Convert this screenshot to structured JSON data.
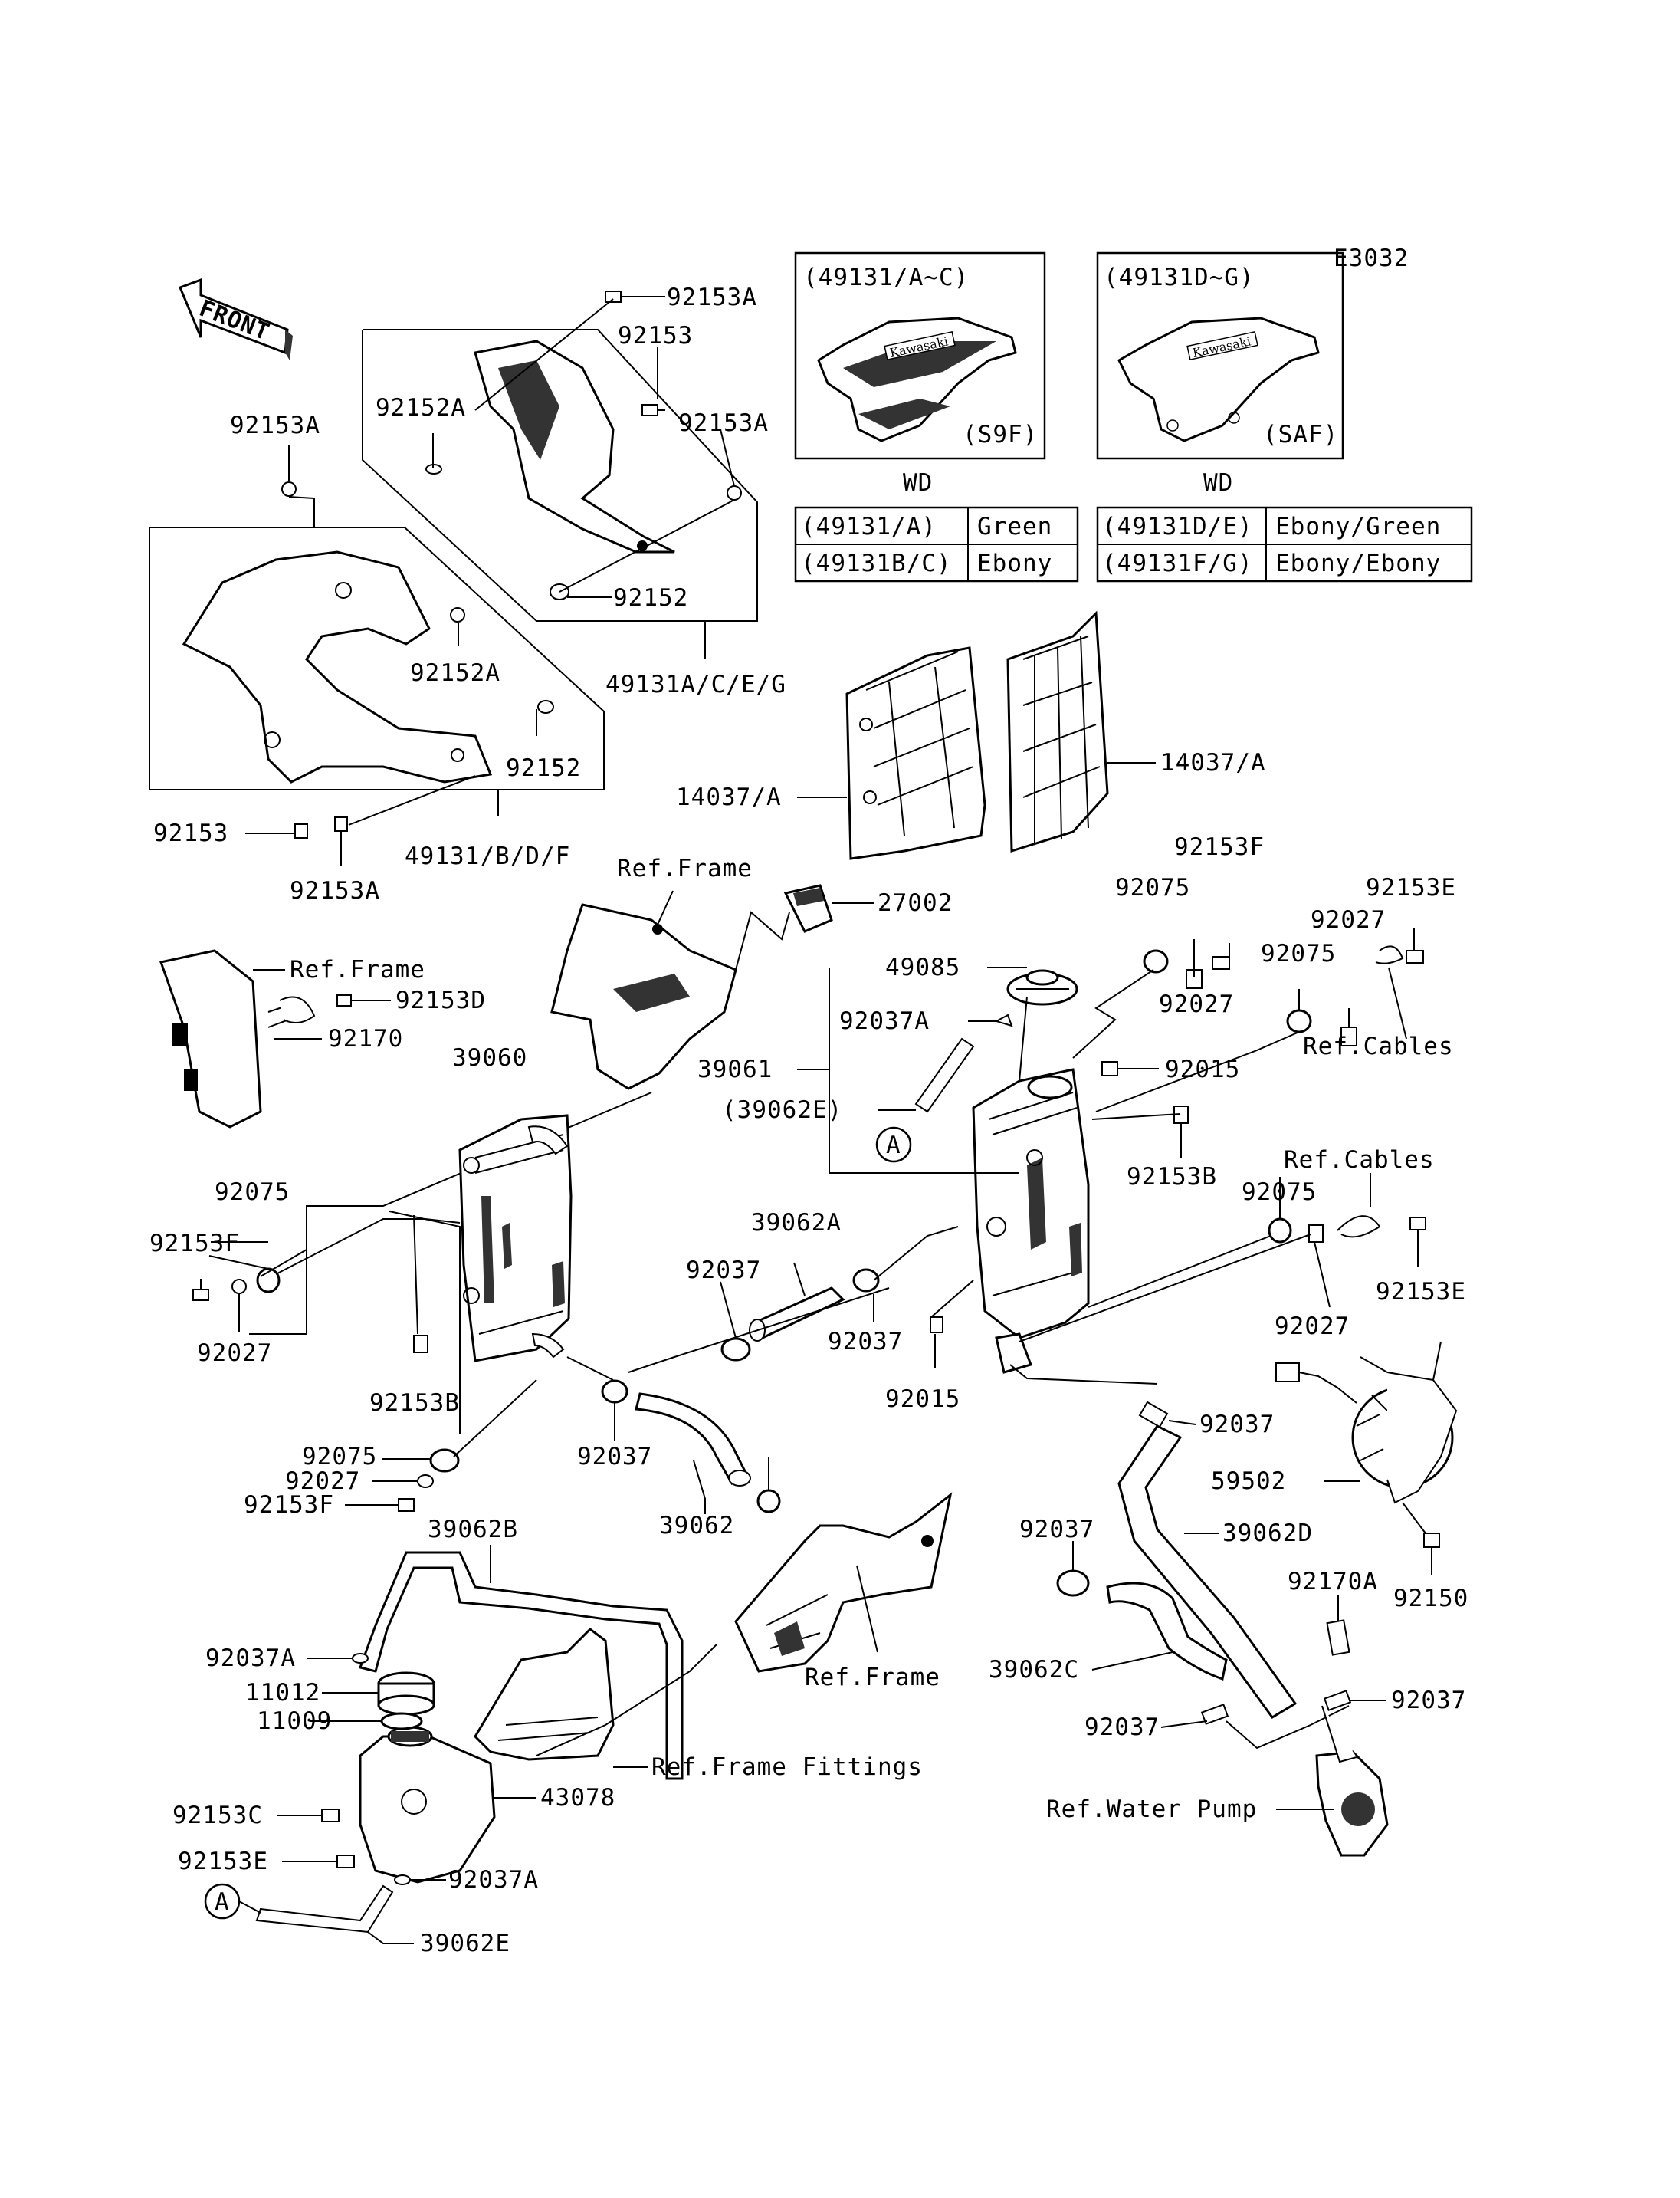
{
  "diagram_code": "E3032",
  "front_label": "FRONT",
  "variant_boxes": [
    {
      "header": "(49131/A~C)",
      "tag": "(S9F)",
      "caption": "WD",
      "logo": "Kawasaki"
    },
    {
      "header": "(49131D~G)",
      "tag": "(SAF)",
      "caption": "WD",
      "logo": "Kawasaki"
    }
  ],
  "color_tables": [
    {
      "rows": [
        [
          "(49131/A)",
          "Green"
        ],
        [
          "(49131B/C)",
          "Ebony"
        ]
      ]
    },
    {
      "rows": [
        [
          "(49131D/E)",
          "Ebony/Green"
        ],
        [
          "(49131F/G)",
          "Ebony/Ebony"
        ]
      ]
    }
  ],
  "ref_marker": "A",
  "callouts": {
    "c1": "92153A",
    "c2": "92153",
    "c3": "92152A",
    "c4": "92153A",
    "c5": "92153A",
    "c6": "92152A",
    "c7": "92152",
    "c8": "49131A/C/E/G",
    "c9": "92152",
    "c10": "92153",
    "c11": "92153A",
    "c12": "49131/B/D/F",
    "c13": "14037/A",
    "c14": "14037/A",
    "c15": "Ref.Frame",
    "c16": "27002",
    "c17": "92153F",
    "c18": "92153E",
    "c19": "92075",
    "c20": "92027",
    "c21": "49085",
    "c22": "92075",
    "c23": "92027",
    "c24": "92027",
    "c25": "Ref.Frame",
    "c26": "92153D",
    "c27": "92170",
    "c28": "92037A",
    "c29": "Ref.Cables",
    "c30": "39060",
    "c31": "39061",
    "c32": "92015",
    "c33": "(39062E)",
    "c34": "92153B",
    "c35": "Ref.Cables",
    "c36": "92075",
    "c37": "92153F",
    "c38": "39062A",
    "c39": "92037",
    "c40": "92027",
    "c41": "92153E",
    "c42": "92037",
    "c43": "92027",
    "c44": "92153B",
    "c45": "92015",
    "c46": "92037",
    "c47": "92075",
    "c48": "92027",
    "c49": "92037",
    "c50": "59502",
    "c51": "92153F",
    "c52": "39062",
    "c53": "39062B",
    "c54": "92037",
    "c55": "39062D",
    "c56": "92170A",
    "c57": "92150",
    "c58": "92037A",
    "c59": "11012",
    "c60": "Ref.Frame",
    "c61": "11009",
    "c62": "39062C",
    "c63": "92037",
    "c64": "92037",
    "c65": "Ref.Frame Fittings",
    "c66": "43078",
    "c67": "92153C",
    "c68": "Ref.Water Pump",
    "c69": "92153E",
    "c70": "92037A",
    "c71": "39062E",
    "c72": "92075"
  }
}
